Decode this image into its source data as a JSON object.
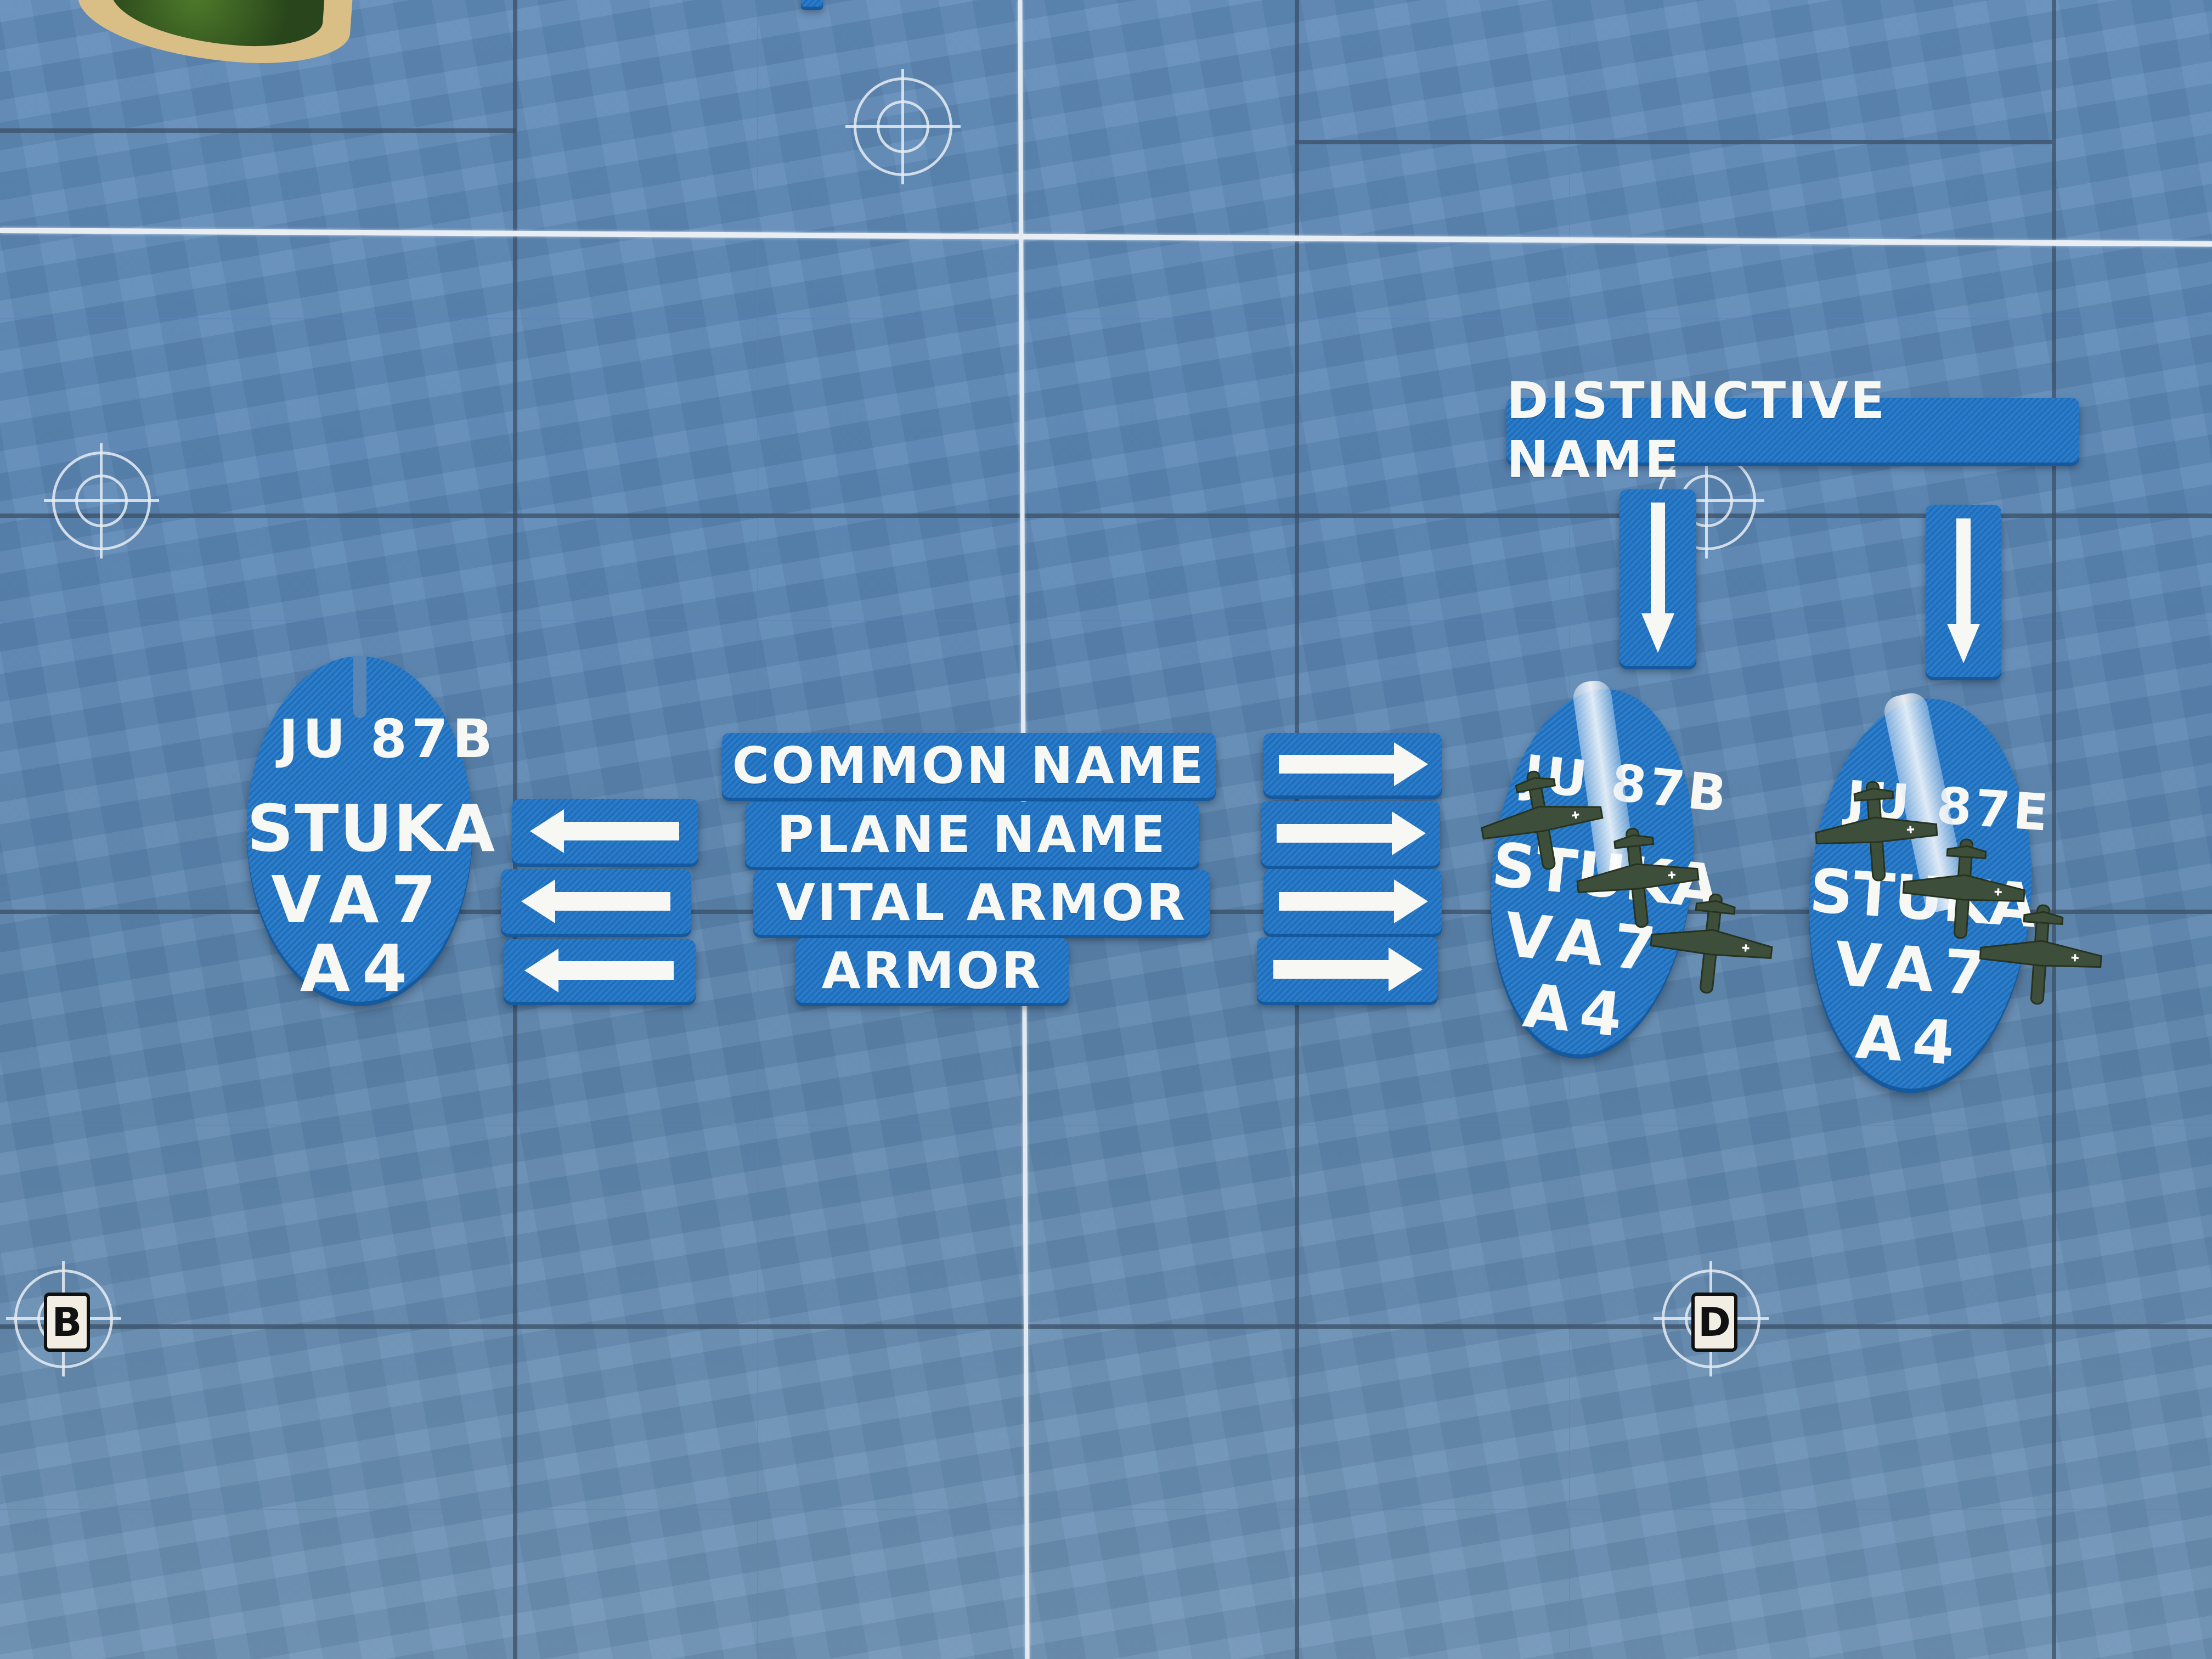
{
  "scene": {
    "description": "3D-printed plane information markers on a naval wargame map",
    "colors": {
      "sea": "#5a86b5",
      "grid_line": "#3b4f66",
      "fold_line": "#e9eef4",
      "marker_blue": "#1f74c6",
      "marker_text": "#f7f7f4",
      "plane_green": "#3d4e3b",
      "target_ring": "#e6ecf2"
    }
  },
  "map": {
    "target_markers": [
      {
        "id": "t1",
        "letter": ""
      },
      {
        "id": "t2",
        "letter": ""
      },
      {
        "id": "t3",
        "letter": ""
      },
      {
        "id": "t4",
        "letter": "B"
      },
      {
        "id": "t5",
        "letter": "D"
      }
    ]
  },
  "legend": {
    "labels": [
      {
        "text": "COMMON NAME"
      },
      {
        "text": "PLANE NAME"
      },
      {
        "text": "VITAL ARMOR"
      },
      {
        "text": "ARMOR"
      }
    ],
    "distinctive": {
      "text": "DISTINCTIVE NAME"
    },
    "left_arrows": [
      "left-arrow",
      "left-arrow",
      "left-arrow"
    ],
    "right_arrows": [
      "right-arrow",
      "right-arrow",
      "right-arrow",
      "right-arrow"
    ],
    "down_arrows": [
      "down-arrow",
      "down-arrow"
    ]
  },
  "markers": {
    "left": {
      "common_name_left": "JU",
      "common_name_right": "87B",
      "plane_name": "STUKA",
      "vital_armor": "VA7",
      "armor": "A4"
    },
    "middle": {
      "common_name_left": "JU",
      "common_name_right": "87B",
      "plane_name": "STUKA",
      "vital_armor": "VA7",
      "armor": "A4",
      "plane_count": 3
    },
    "right": {
      "common_name_left": "JU",
      "common_name_right": "87E",
      "plane_name": "STUKA",
      "vital_armor": "VA7",
      "armor": "A4",
      "plane_count": 3
    }
  }
}
